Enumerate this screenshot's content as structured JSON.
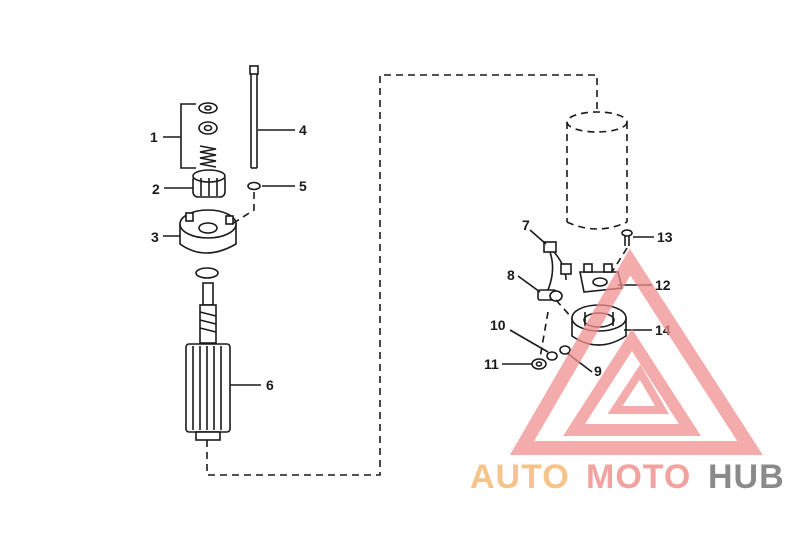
{
  "callouts": [
    "1",
    "2",
    "3",
    "4",
    "5",
    "6",
    "7",
    "8",
    "9",
    "10",
    "11",
    "12",
    "13",
    "14"
  ],
  "watermark": {
    "part1": "AUTO",
    "part2": "MOTO",
    "part3": "HUB",
    "color1": "#f6c48a",
    "color2": "#f2a3a0",
    "color3": "#8a8a8a",
    "logo_color": "#f08f8f"
  }
}
